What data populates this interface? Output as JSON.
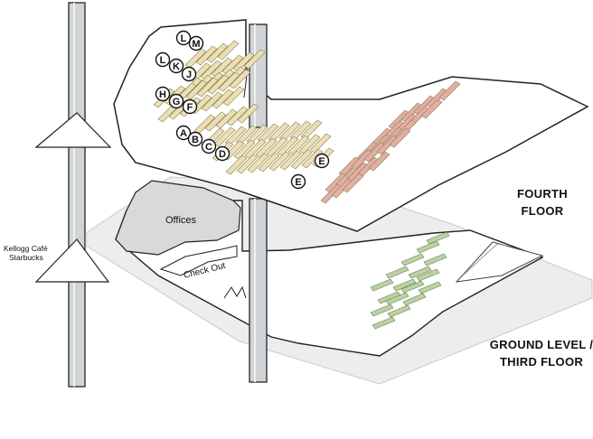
{
  "floors": {
    "upper": {
      "label": "FOURTH FLOOR"
    },
    "lower_line1": "GROUND LEVEL /",
    "lower_line2": "THIRD FLOOR"
  },
  "rooms": {
    "offices": "Offices",
    "checkout": "Check Out"
  },
  "cafe": {
    "line1": "Kellogg Café",
    "line2": "Starbucks"
  },
  "shelf_markers": [
    {
      "label": "L"
    },
    {
      "label": "M"
    },
    {
      "label": "L"
    },
    {
      "label": "K"
    },
    {
      "label": "J"
    },
    {
      "label": "H"
    },
    {
      "label": "G"
    },
    {
      "label": "F"
    },
    {
      "label": "A"
    },
    {
      "label": "B"
    },
    {
      "label": "C"
    },
    {
      "label": "D"
    },
    {
      "label": "E"
    },
    {
      "label": "E"
    }
  ],
  "colors": {
    "stacks_fourth": "#ece0b2",
    "stacks_fourth_red": "#e4aea2",
    "stacks_ground": "#b9d3a0",
    "floor_fill": "#ffffff",
    "shadow_fill": "#eceeee",
    "offices_fill": "#d8dada",
    "pillar_fill": "#d0d4d6"
  }
}
